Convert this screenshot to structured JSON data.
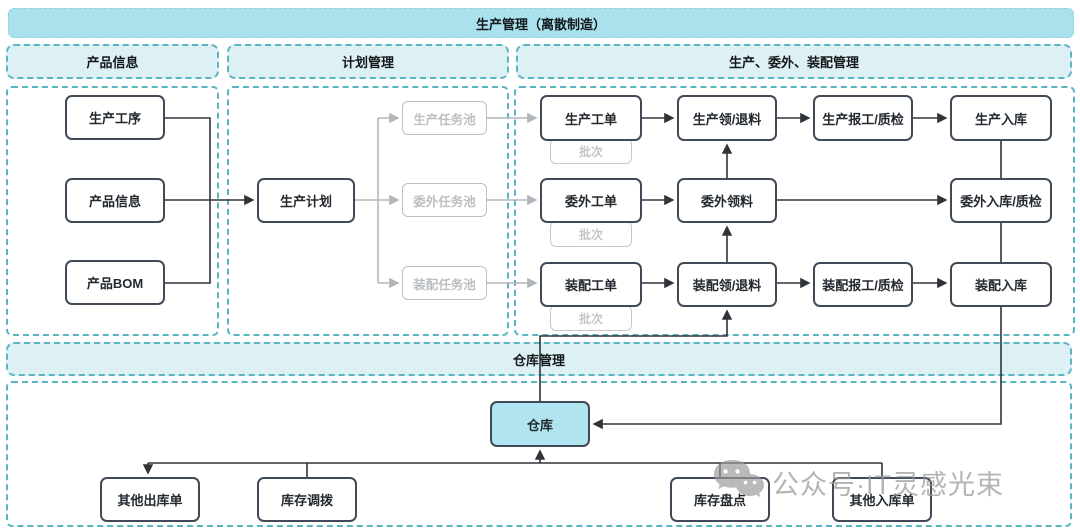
{
  "banner": {
    "title": "生产管理（离散制造）"
  },
  "sections": {
    "product": {
      "header": "产品信息",
      "nodes": {
        "process": "生产工序",
        "info": "产品信息",
        "bom": "产品BOM"
      }
    },
    "plan": {
      "header": "计划管理",
      "nodes": {
        "plan": "生产计划",
        "prod_pool": "生产任务池",
        "out_pool": "委外任务池",
        "asm_pool": "装配任务池"
      }
    },
    "execution": {
      "header": "生产、委外、装配管理",
      "batch_label": "批次",
      "nodes": {
        "prod_order": "生产工单",
        "prod_pick": "生产领/退料",
        "prod_report": "生产报工/质检",
        "prod_in": "生产入库",
        "out_order": "委外工单",
        "out_pick": "委外领料",
        "out_in": "委外入库/质检",
        "asm_order": "装配工单",
        "asm_pick": "装配领/退料",
        "asm_report": "装配报工/质检",
        "asm_in": "装配入库"
      }
    },
    "warehouse": {
      "header": "仓库管理",
      "nodes": {
        "warehouse": "仓库",
        "other_out": "其他出库单",
        "transfer": "库存调拨",
        "stocktake": "库存盘点",
        "other_in": "其他入库单"
      }
    }
  },
  "watermark": {
    "label": "公众号·IT灵感光束",
    "icon": "wechat-icon"
  },
  "colors": {
    "banner-fill": "#a9e2ec",
    "panel-fill": "#ddf1f4",
    "dash-border": "#5ab5c3",
    "warehouse-fill": "#b0e4ef",
    "node-border": "#414b57",
    "node-text": "#23292f",
    "muted": "#bcbfc2",
    "edge": "#303438",
    "edge-muted": "#b3b6b8",
    "watermark": "#9b9b9b"
  }
}
